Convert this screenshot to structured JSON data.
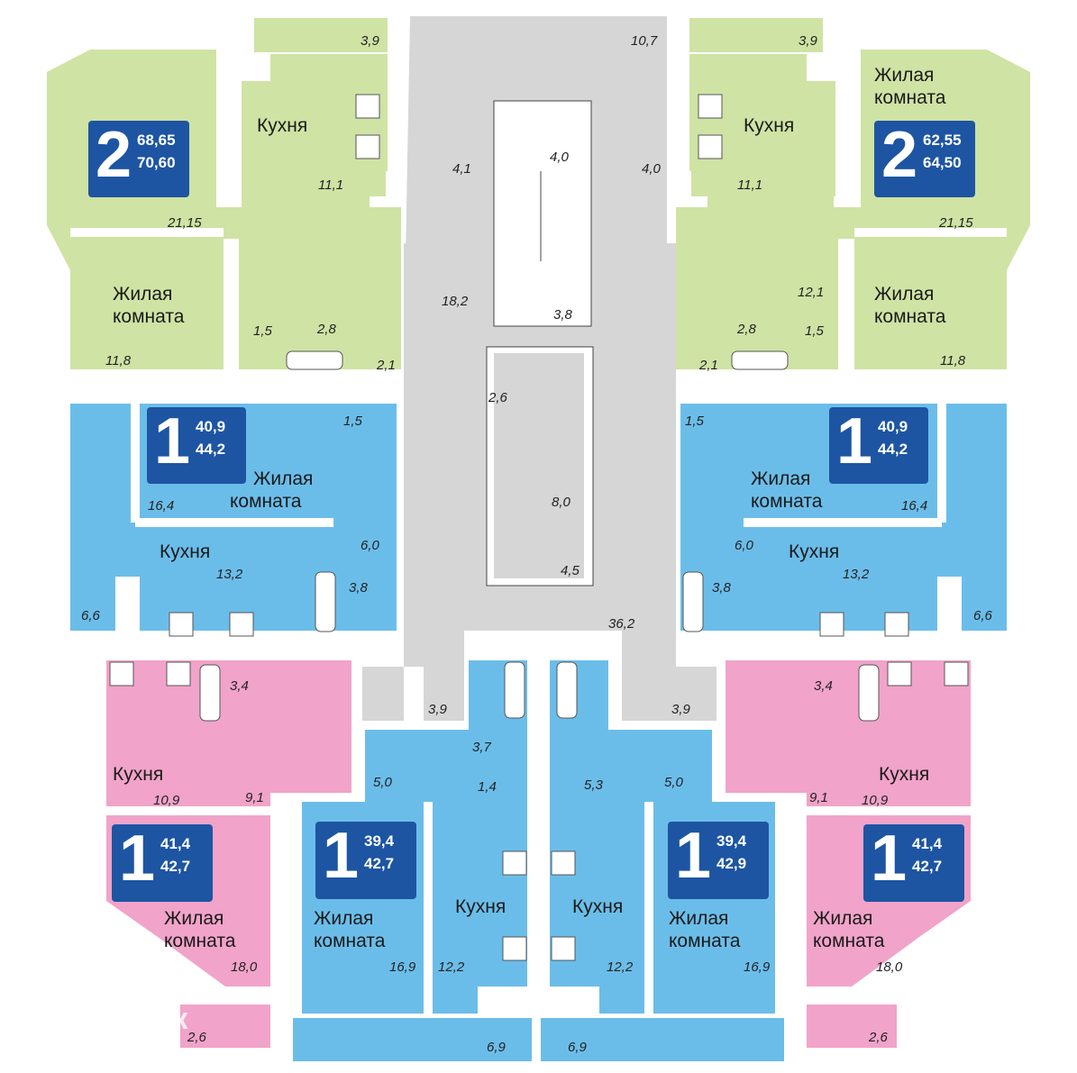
{
  "colors": {
    "green": "#cfe3a4",
    "blue": "#6bbde9",
    "pink": "#f1a3c9",
    "grey": "#d6d6d6",
    "wall": "#ffffff",
    "badge": "#1d55a2"
  },
  "apartments": [
    {
      "rooms": "2",
      "area_living": "68,65",
      "area_total": "70,60"
    },
    {
      "rooms": "2",
      "area_living": "62,55",
      "area_total": "64,50"
    },
    {
      "rooms": "1",
      "area_living": "40,9",
      "area_total": "44,2"
    },
    {
      "rooms": "1",
      "area_living": "40,9",
      "area_total": "44,2"
    },
    {
      "rooms": "1",
      "area_living": "41,4",
      "area_total": "42,7"
    },
    {
      "rooms": "1",
      "area_living": "39,4",
      "area_total": "42,7"
    },
    {
      "rooms": "1",
      "area_living": "39,4",
      "area_total": "42,9"
    },
    {
      "rooms": "1",
      "area_living": "41,4",
      "area_total": "42,7"
    }
  ],
  "room_labels": {
    "kitchen": "Кухня",
    "living_1": "Жилая",
    "living_2": "комната"
  },
  "areas": [
    "3,9",
    "10,7",
    "3,9",
    "4,1",
    "4,0",
    "4,0",
    "11,1",
    "11,1",
    "21,15",
    "21,15",
    "18,2",
    "3,8",
    "12,1",
    "1,5",
    "2,8",
    "2,8",
    "1,5",
    "11,8",
    "2,1",
    "2,1",
    "11,8",
    "2,6",
    "1,5",
    "1,5",
    "16,4",
    "16,4",
    "8,0",
    "6,0",
    "6,0",
    "4,5",
    "13,2",
    "13,2",
    "3,8",
    "3,8",
    "6,6",
    "36,2",
    "6,6",
    "3,4",
    "3,4",
    "3,9",
    "3,7",
    "3,9",
    "1,4",
    "5,3",
    "5,0",
    "5,0",
    "10,9",
    "9,1",
    "9,1",
    "10,9",
    "12,2",
    "12,2",
    "16,9",
    "16,9",
    "18,0",
    "18,0",
    "2,6",
    "6,9",
    "6,9",
    "2,6"
  ],
  "watermark": "ДомКлик"
}
